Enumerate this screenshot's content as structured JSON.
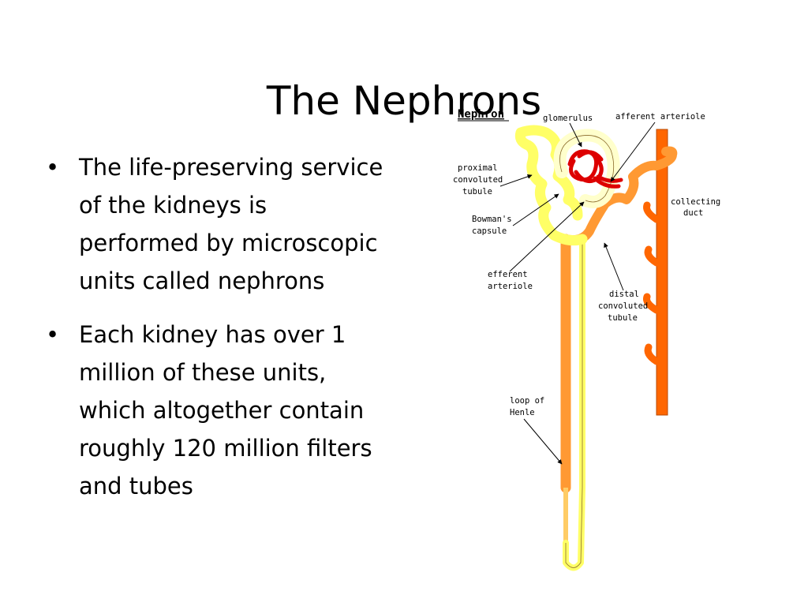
{
  "slide": {
    "title": "The Nephrons",
    "bullets": [
      {
        "marker": "•",
        "text": "The life-preserving service of the kidneys is performed by microscopic units called nephrons"
      },
      {
        "marker": "•",
        "text": "Each kidney has over 1 million of these units, which altogether contain roughly 120 million filters and tubes"
      }
    ]
  },
  "diagram": {
    "title": "Nephron",
    "labels": {
      "glomerulus": "glomerulus",
      "afferent_arteriole": "afferent arteriole",
      "proximal": [
        "proximal",
        "convoluted",
        "tubule"
      ],
      "bowmans": [
        "Bowman's",
        "capsule"
      ],
      "efferent": [
        "efferent",
        "arteriole"
      ],
      "collecting": [
        "collecting",
        "duct"
      ],
      "distal": [
        "distal",
        "convoluted",
        "tubule"
      ],
      "loop": [
        "loop of",
        "Henle"
      ]
    },
    "colors": {
      "proximal_tubule": "#ffff66",
      "distal_tubule": "#ff9933",
      "collecting_duct": "#ff6600",
      "glomerulus": "#dd0000",
      "capsule": "#ffffcc",
      "outline": "#8a6a2a"
    }
  }
}
